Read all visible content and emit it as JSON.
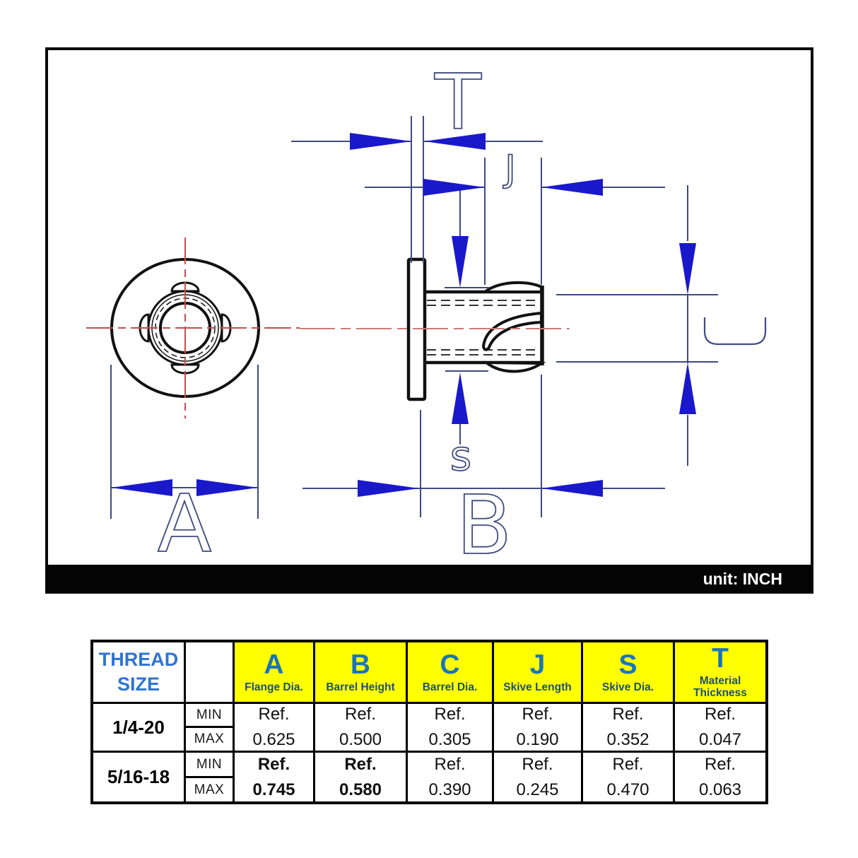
{
  "drawing": {
    "unit_label": "unit: INCH",
    "labels": {
      "T": "T",
      "J": "J",
      "S": "s",
      "A": "A",
      "B": "B",
      "C": "C"
    }
  },
  "table": {
    "header": {
      "thread_line1": "THREAD",
      "thread_line2": "SIZE",
      "columns": [
        {
          "letter": "A",
          "desc": "Flange Dia."
        },
        {
          "letter": "B",
          "desc": "Barrel Height"
        },
        {
          "letter": "C",
          "desc": "Barrel Dia."
        },
        {
          "letter": "J",
          "desc": "Skive Length"
        },
        {
          "letter": "S",
          "desc": "Skive Dia."
        },
        {
          "letter": "T",
          "desc": "Material Thickness"
        }
      ]
    },
    "min_label": "MIN",
    "max_label": "MAX",
    "ref_label": "Ref.",
    "rows": [
      {
        "thread": "1/4-20",
        "values": [
          "0.625",
          "0.500",
          "0.305",
          "0.190",
          "0.352",
          "0.047"
        ]
      },
      {
        "thread": "5/16-18",
        "values": [
          "0.745",
          "0.580",
          "0.390",
          "0.245",
          "0.470",
          "0.063"
        ]
      }
    ]
  },
  "colors": {
    "arrow_blue": "#1a18cb",
    "dim_line_navy": "#3f4a80",
    "centerline_red": "#c0504d",
    "header_yellow": "#ffff00",
    "header_letter_blue": "#1b75bc",
    "thread_size_blue": "#2e75d4",
    "desc_navy": "#1f4e79"
  }
}
